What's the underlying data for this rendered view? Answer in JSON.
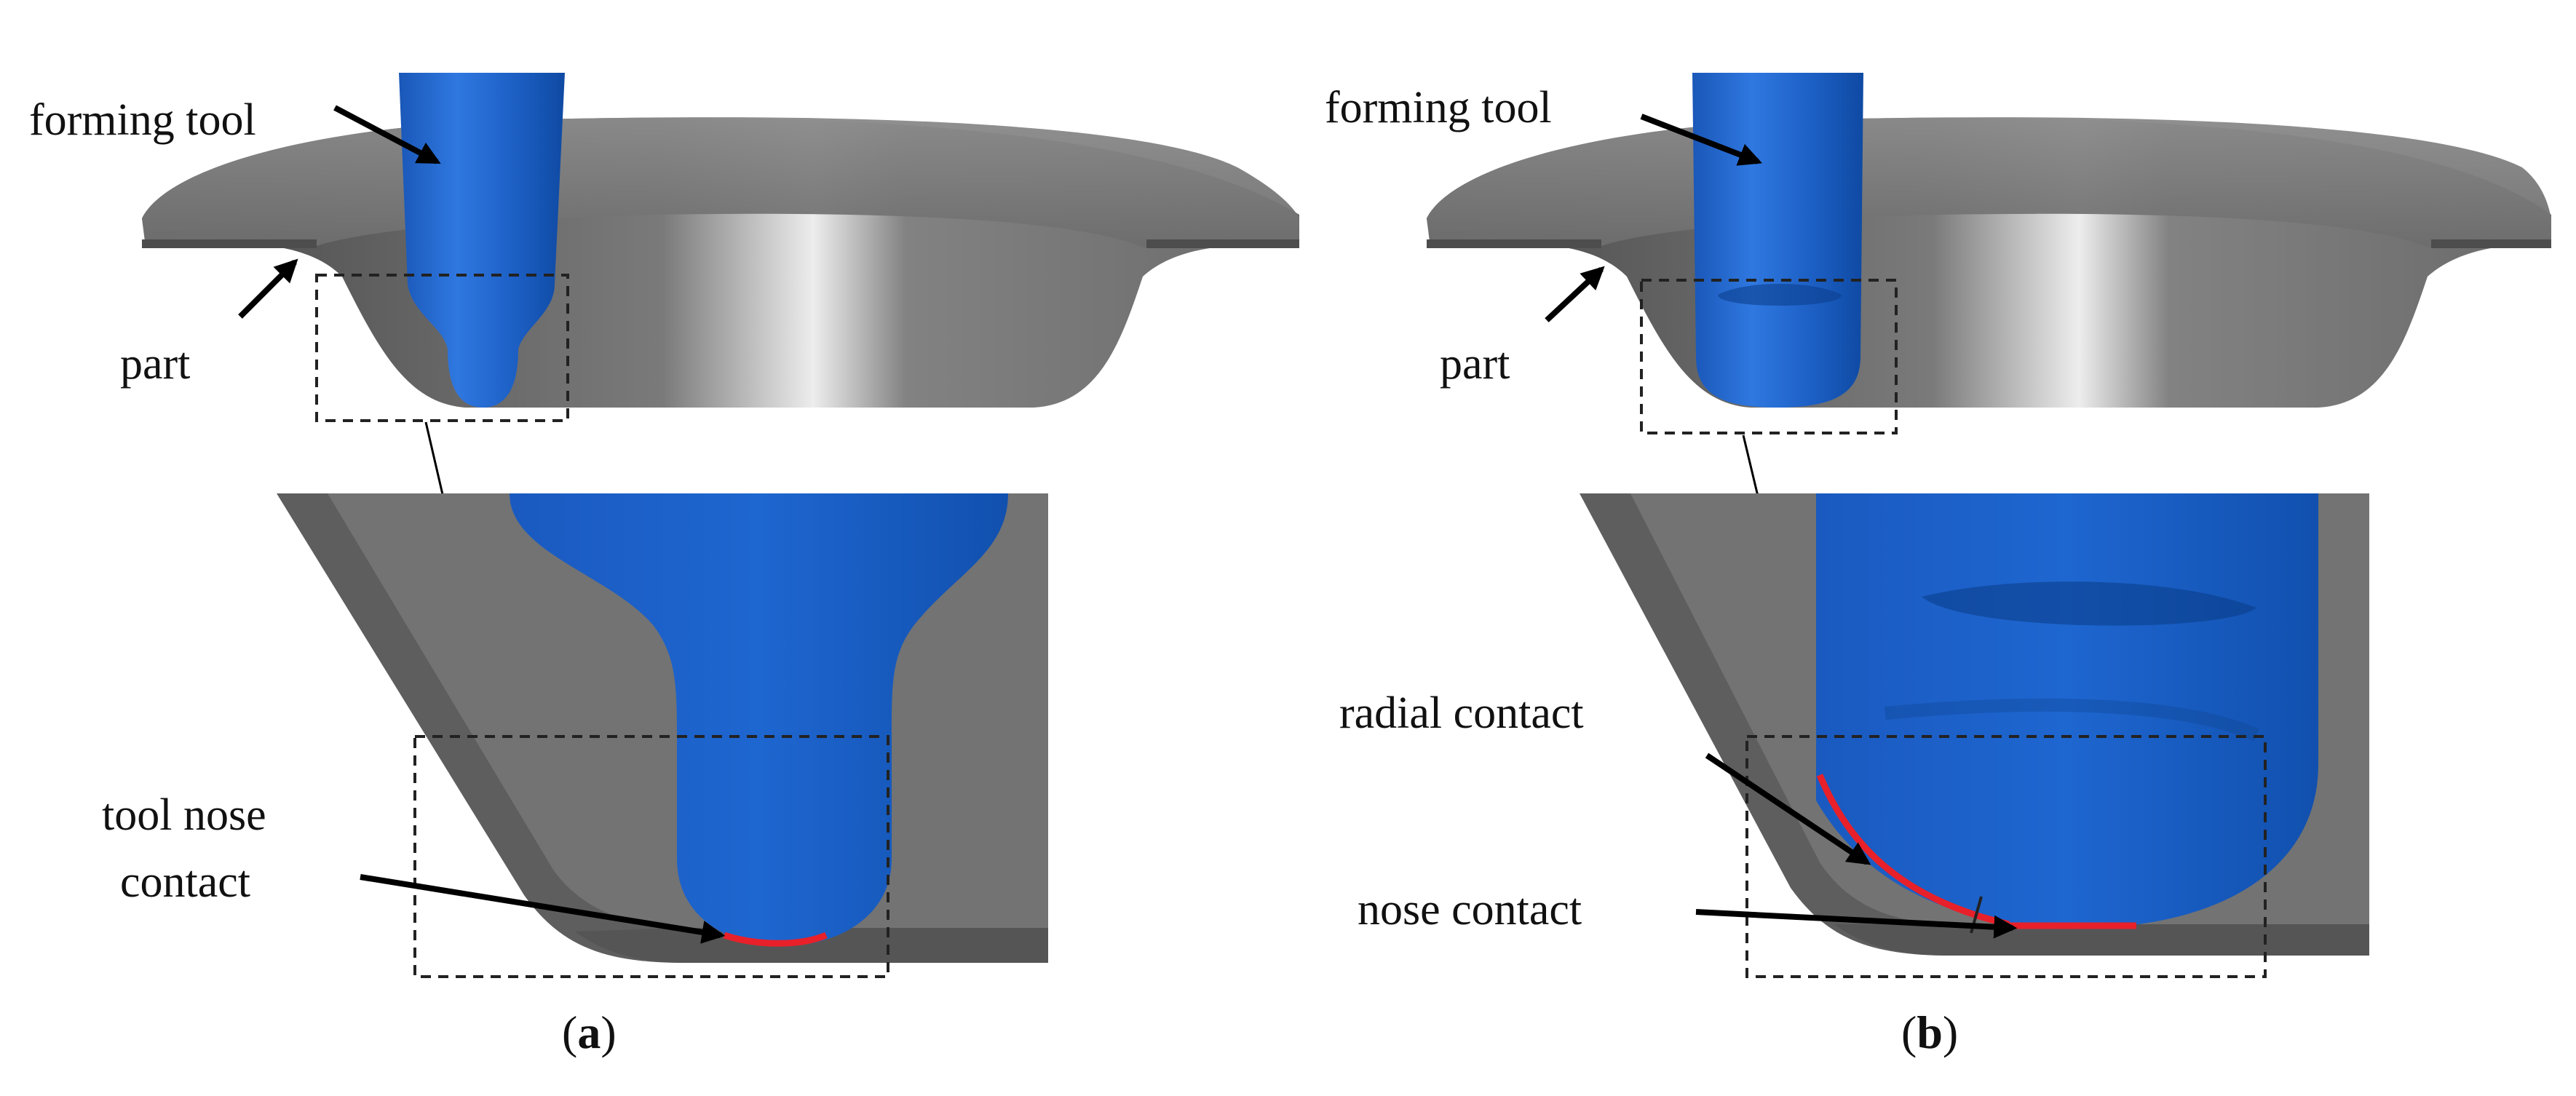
{
  "labels": {
    "forming_tool_a": "forming tool",
    "part_a": "part",
    "tool_nose_contact_line1": "tool nose",
    "tool_nose_contact_line2": "contact",
    "forming_tool_b": "forming tool",
    "part_b": "part",
    "radial_contact": "radial contact",
    "nose_contact": "nose contact"
  },
  "captions": {
    "a_open": "(",
    "a_letter": "a",
    "a_close": ")",
    "b_open": "(",
    "b_letter": "b",
    "b_close": ")"
  },
  "colors": {
    "tool_blue": "#1f63c9",
    "part_gray": "#6f6f6f",
    "contact_red": "#e8202a"
  }
}
